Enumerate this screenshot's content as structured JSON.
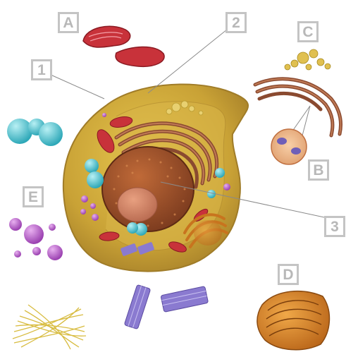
{
  "labels": {
    "number_1": "1",
    "number_2": "2",
    "number_3": "3",
    "letter_a": "A",
    "letter_b": "B",
    "letter_c": "C",
    "letter_d": "D",
    "letter_e": "E"
  },
  "colors": {
    "label_border": "#c4c4c4",
    "label_text": "#b8b8b8",
    "cytoplasm": "#c9a236",
    "nucleus": "#a0522d",
    "mitochondria": "#c8323a",
    "er": "#9b5a3c",
    "golgi": "#d8862a",
    "vacuole": "#4fc3d0",
    "lysosome": "#b05cc0",
    "centriole": "#8a7ad0",
    "cytoskeleton": "#e0c850",
    "ribosome": "#6f5fb8"
  }
}
